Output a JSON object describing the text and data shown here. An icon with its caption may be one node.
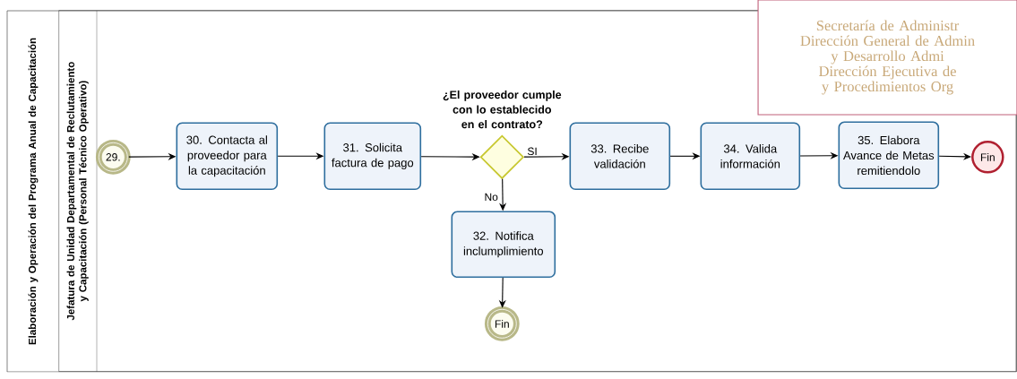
{
  "diagram": {
    "nodes": [
      {
        "text": [
          "Elaboración y Operación del Programa Anual de Capacitación"
        ]
      },
      {
        "text": [
          "Jefatura de Unidad Departamental de Reclutamiento y Capacitación (Personal Técnico Operativo)"
        ],
        "in": 0
      },
      {
        "text": [
          "29."
        ],
        "in": 1
      },
      {
        "text": [
          "30. Contacta al proveedor para la capacitación"
        ],
        "in": 1
      },
      {
        "text": [
          "31. Solicita factura de pago"
        ],
        "in": 1
      },
      {
        "text": [
          "¿El proveedor cumple con lo establecido en el contrato?"
        ],
        "in": 1
      },
      {
        "text": [
          "33. Recibe validación"
        ],
        "in": 1
      },
      {
        "text": [
          "34. Valida información"
        ],
        "in": 1
      },
      {
        "text": [
          "35. Elabora Avance de Metas remitiendolo"
        ],
        "in": 1
      },
      {
        "text": [
          "Fin"
        ],
        "in": 1
      },
      {
        "text": [
          "32. Notifica inclumplimiento"
        ],
        "in": 1
      },
      {
        "text": [
          "Fin"
        ],
        "in": 1
      },
      {
        "text": [
          "Secretaría de Administr",
          "Dirección General de Admin",
          "y Desarrollo Admi",
          "Dirección Ejecutiva de",
          "y Procedimientos Org"
        ]
      }
    ],
    "edges": [
      {
        "from": 2,
        "to": 3,
        "arrow": "to"
      },
      {
        "from": 3,
        "to": 4,
        "arrow": "to"
      },
      {
        "from": 4,
        "to": 5,
        "arrow": "to"
      },
      {
        "from": 5,
        "to": 6,
        "arrow": "to",
        "label": "SI"
      },
      {
        "from": 6,
        "to": 7,
        "arrow": "to"
      },
      {
        "from": 7,
        "to": 8,
        "arrow": "to"
      },
      {
        "from": 8,
        "to": 9,
        "arrow": "to"
      },
      {
        "from": 5,
        "to": 10,
        "arrow": "to",
        "label": "No"
      },
      {
        "from": 10,
        "to": 11,
        "arrow": "to"
      }
    ]
  }
}
